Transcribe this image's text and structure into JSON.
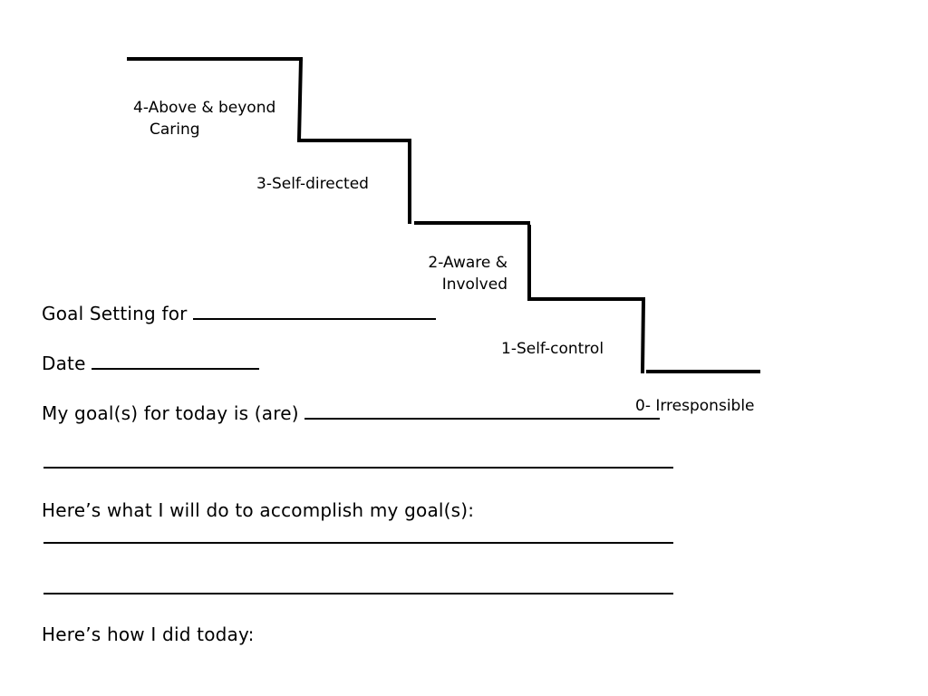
{
  "staircase": {
    "steps": [
      {
        "lines": [
          "4-Above & beyond",
          "Caring"
        ]
      },
      {
        "lines": [
          "3-Self-directed"
        ]
      },
      {
        "lines": [
          "2-Aware &",
          "Involved"
        ]
      },
      {
        "lines": [
          "1-Self-control"
        ]
      },
      {
        "lines": [
          "0- Irresponsible"
        ]
      }
    ]
  },
  "form": {
    "goal_setting_label": "Goal Setting for",
    "date_label": "Date",
    "goals_today_label": "My goal(s) for today is (are)",
    "accomplish_label": "Here’s what I will do to accomplish my goal(s):",
    "how_did_label": "Here’s how I did today:"
  }
}
